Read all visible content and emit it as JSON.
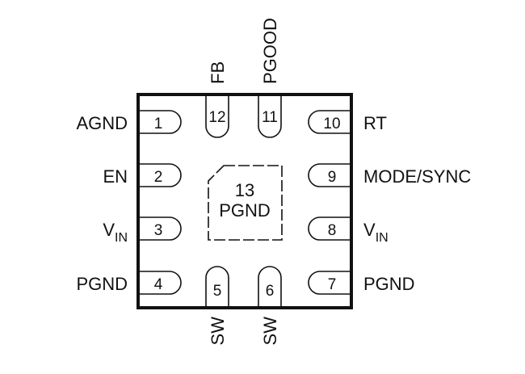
{
  "package": {
    "pins": [
      {
        "number": "1",
        "label": "AGND"
      },
      {
        "number": "2",
        "label": "EN"
      },
      {
        "number": "3",
        "label": "V",
        "label_sub": "IN"
      },
      {
        "number": "4",
        "label": "PGND"
      },
      {
        "number": "5",
        "label": "SW"
      },
      {
        "number": "6",
        "label": "SW"
      },
      {
        "number": "7",
        "label": "PGND"
      },
      {
        "number": "8",
        "label": "V",
        "label_sub": "IN"
      },
      {
        "number": "9",
        "label": "MODE/SYNC"
      },
      {
        "number": "10",
        "label": "RT"
      },
      {
        "number": "11",
        "label": "PGOOD"
      },
      {
        "number": "12",
        "label": "FB"
      }
    ],
    "exposed_pad": {
      "number": "13",
      "label": "PGND"
    }
  }
}
